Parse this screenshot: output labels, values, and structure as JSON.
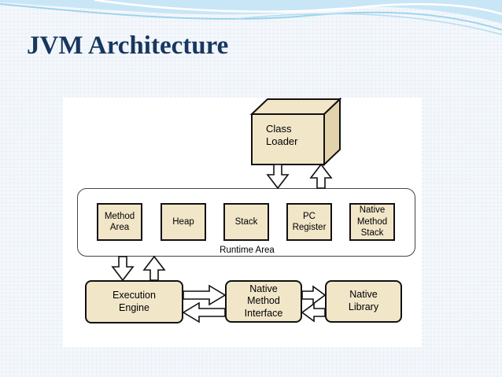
{
  "slide": {
    "title": "JVM Architecture"
  },
  "diagram": {
    "class_loader": "Class\n  Loader",
    "runtime_area_label": "Runtime Area",
    "method_area": "Method\nArea",
    "heap": "Heap",
    "stack": "Stack",
    "pc_register": "PC\nRegister",
    "native_method_stack": "Native\nMethod\nStack",
    "execution_engine": "Execution\nEngine",
    "native_method_interface": "Native\nMethod\nInterface",
    "native_library": "Native\nLibrary"
  },
  "colors": {
    "title": "#17375e",
    "box_fill": "#f2e6c9",
    "box_border": "#111111",
    "header_wave": "#c9e6f7"
  }
}
